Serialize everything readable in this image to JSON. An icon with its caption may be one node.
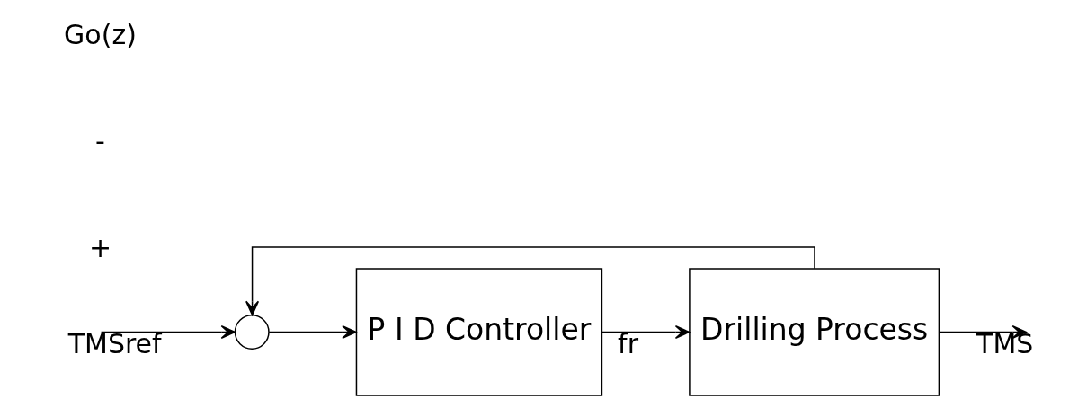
{
  "diagram": {
    "nodes": [
      {
        "text": [],
        "shape": "circle"
      },
      {
        "text": [
          "P I D Controller"
        ]
      },
      {
        "text": [
          "Drilling Process"
        ]
      }
    ],
    "edges": [
      {
        "from": null,
        "to": 0,
        "arrow": "to",
        "label": "TMSref"
      },
      {
        "from": 0,
        "to": 1,
        "arrow": "to"
      },
      {
        "from": 1,
        "to": 2,
        "arrow": "to",
        "label": "fr"
      },
      {
        "from": 2,
        "to": null,
        "arrow": "to",
        "label": "TMS"
      },
      {
        "from": 2,
        "to": 0,
        "arrow": "to"
      }
    ],
    "labels": [
      "+",
      "-",
      "Go(z)"
    ]
  }
}
